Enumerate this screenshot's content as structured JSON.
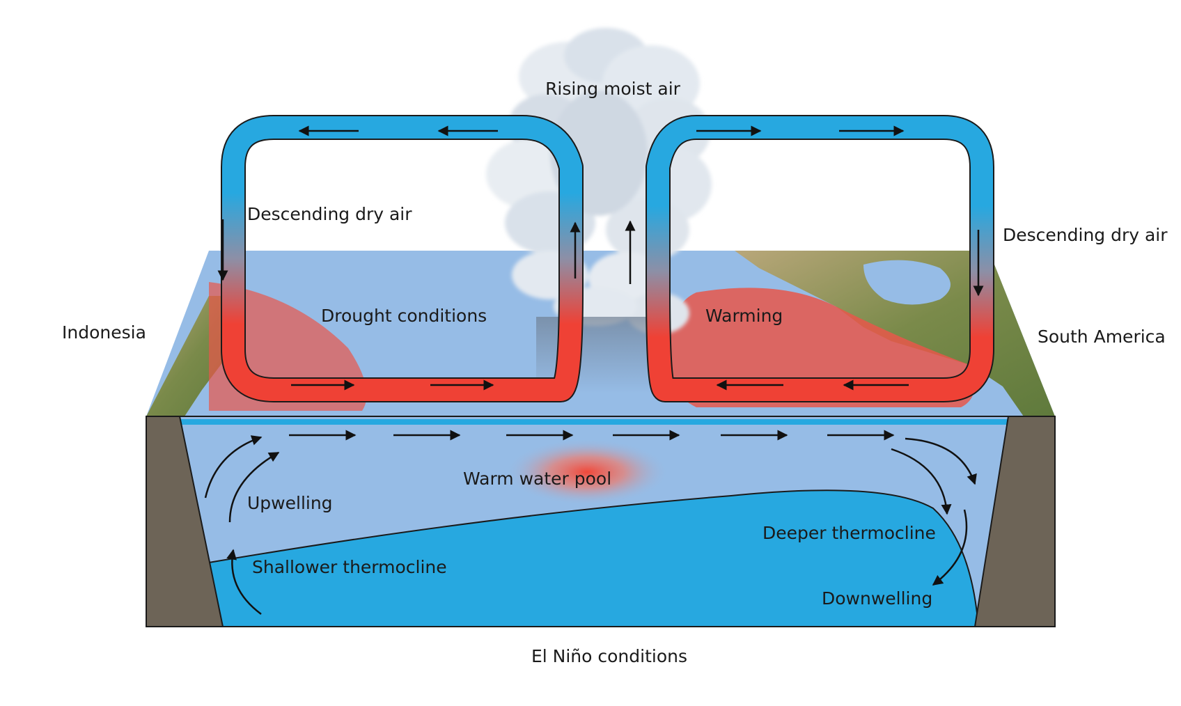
{
  "diagram": {
    "caption": "El Niño conditions",
    "labels": {
      "rising_air": "Rising moist air",
      "descending_left": "Descending dry air",
      "descending_right": "Descending dry air",
      "indonesia": "Indonesia",
      "south_america": "South America",
      "drought": "Drought conditions",
      "warming": "Warming",
      "warm_pool": "Warm water pool",
      "upwelling": "Upwelling",
      "shallower_thermocline": "Shallower thermocline",
      "deeper_thermocline": "Deeper thermocline",
      "downwelling": "Downwelling"
    },
    "colors": {
      "ocean_surface": "#96bce6",
      "deep_water": "#27a8e0",
      "warm_patch": "#e8574a",
      "land_brown": "#6d6457",
      "circulation_cold": "#27a8e0",
      "circulation_warm": "#ef4135",
      "cloud": "#dfe5ec"
    }
  }
}
